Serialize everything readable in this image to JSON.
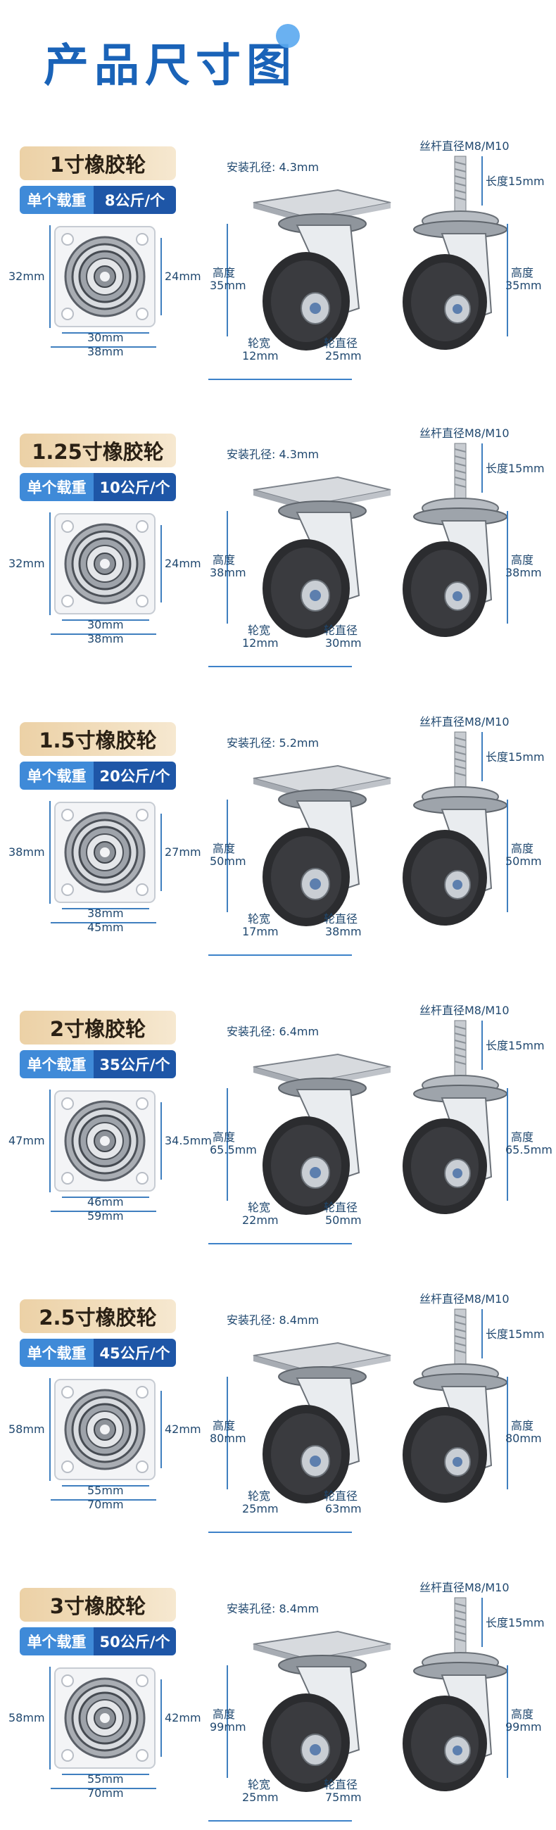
{
  "page": {
    "title": "产品尺寸图"
  },
  "labels": {
    "load": "单个载重",
    "height": "高度",
    "wheel_width": "轮宽",
    "wheel_diameter": "轮直径",
    "hole_prefix": "安装孔径",
    "screw": "丝杆直径M8/M10",
    "length": "长度15mm"
  },
  "sections": [
    {
      "name": "1寸橡胶轮",
      "load": "8公斤/个",
      "plate_h": "32mm",
      "plate_in_h": "24mm",
      "plate_in_w": "30mm",
      "plate_w": "38mm",
      "hole": "安装孔径: 4.3mm",
      "height": "35mm",
      "height2": "35mm",
      "wheel_w": "12mm",
      "wheel_d": "25mm"
    },
    {
      "name": "1.25寸橡胶轮",
      "load": "10公斤/个",
      "plate_h": "32mm",
      "plate_in_h": "24mm",
      "plate_in_w": "30mm",
      "plate_w": "38mm",
      "hole": "安装孔径: 4.3mm",
      "height": "38mm",
      "height2": "38mm",
      "wheel_w": "12mm",
      "wheel_d": "30mm"
    },
    {
      "name": "1.5寸橡胶轮",
      "load": "20公斤/个",
      "plate_h": "38mm",
      "plate_in_h": "27mm",
      "plate_in_w": "38mm",
      "plate_w": "45mm",
      "hole": "安装孔径: 5.2mm",
      "height": "50mm",
      "height2": "50mm",
      "wheel_w": "17mm",
      "wheel_d": "38mm"
    },
    {
      "name": "2寸橡胶轮",
      "load": "35公斤/个",
      "plate_h": "47mm",
      "plate_in_h": "34.5mm",
      "plate_in_w": "46mm",
      "plate_w": "59mm",
      "hole": "安装孔径: 6.4mm",
      "height": "65.5mm",
      "height2": "65.5mm",
      "wheel_w": "22mm",
      "wheel_d": "50mm"
    },
    {
      "name": "2.5寸橡胶轮",
      "load": "45公斤/个",
      "plate_h": "58mm",
      "plate_in_h": "42mm",
      "plate_in_w": "55mm",
      "plate_w": "70mm",
      "hole": "安装孔径: 8.4mm",
      "height": "80mm",
      "height2": "80mm",
      "wheel_w": "25mm",
      "wheel_d": "63mm"
    },
    {
      "name": "3寸橡胶轮",
      "load": "50公斤/个",
      "plate_h": "58mm",
      "plate_in_h": "42mm",
      "plate_in_w": "55mm",
      "plate_w": "70mm",
      "hole": "安装孔径: 8.4mm",
      "height": "99mm",
      "height2": "99mm",
      "wheel_w": "25mm",
      "wheel_d": "75mm"
    }
  ],
  "colors": {
    "accent": "#1a63b8",
    "badge": "#ecd1a6",
    "load_dark": "#1e56a7",
    "load_light": "#3f8ad8"
  }
}
